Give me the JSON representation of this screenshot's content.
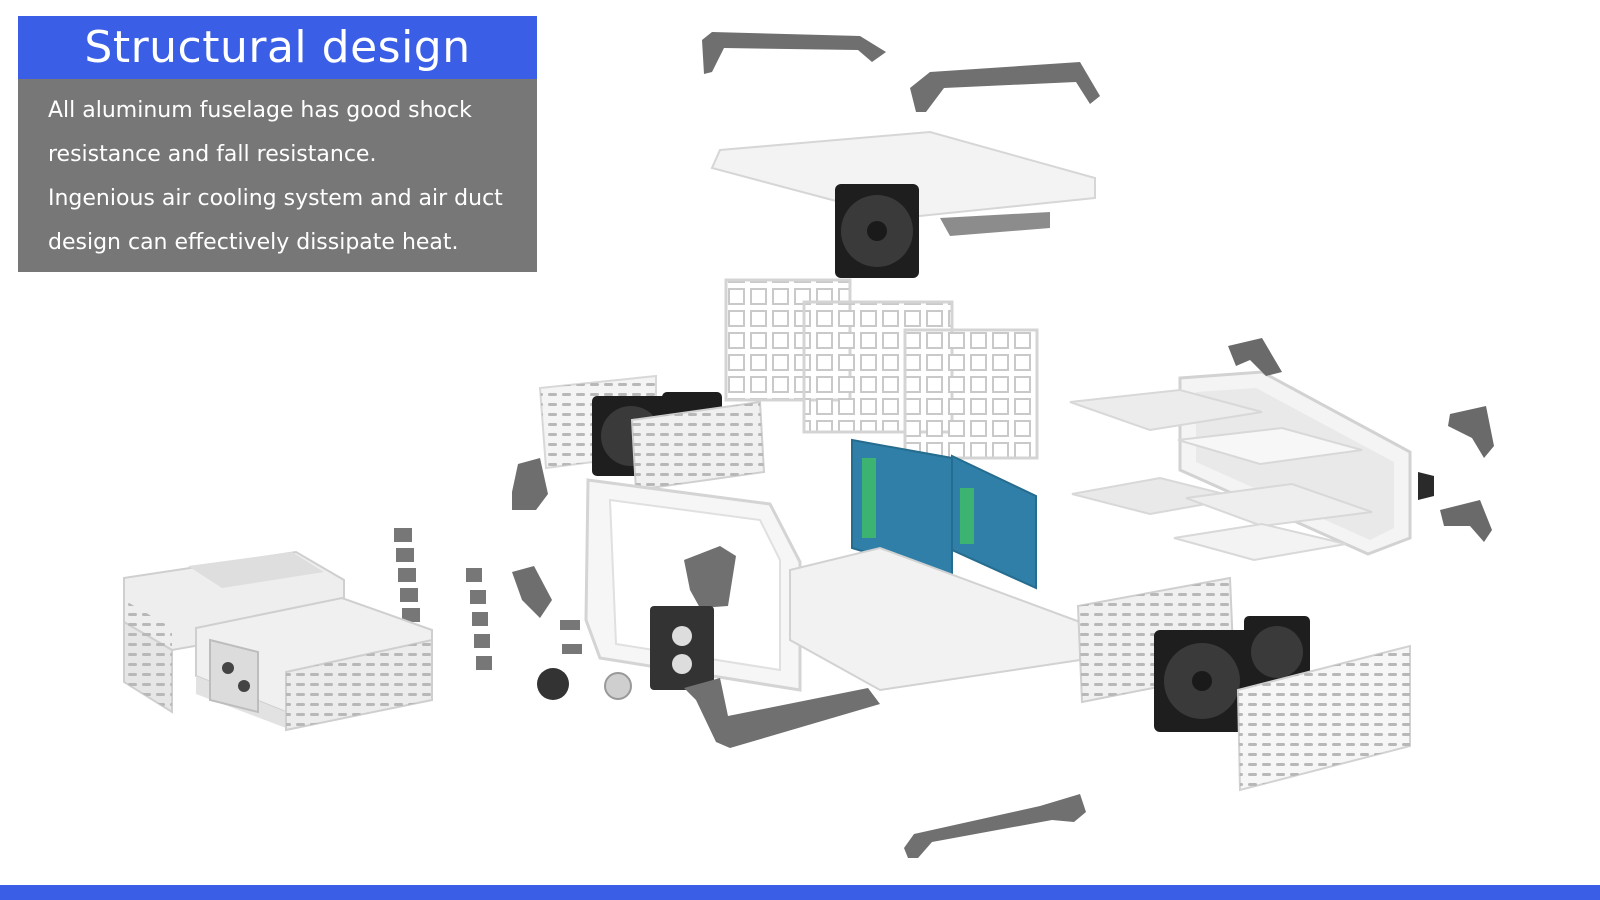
{
  "header": {
    "title": "Structural design"
  },
  "description": {
    "lines": [
      "All aluminum fuselage has good shock resistance and fall resistance.",
      "Ingenious air cooling system and air duct design can effectively dissipate heat."
    ]
  },
  "colors": {
    "accent": "#3a5fe6",
    "panel_gray": "#777777",
    "part_white": "#f2f2f2",
    "part_gray": "#707070",
    "fan_black": "#1e1e1e",
    "pcb_blue": "#2f7fa8",
    "connector_green": "#3cb371"
  },
  "illustration": {
    "subject": "exploded view of aluminum chassis",
    "parts": [
      "handle-icon",
      "top-cover-icon",
      "fan-icon",
      "pcb-icon",
      "power-supply-icon",
      "side-panel-icon",
      "vent-grille-icon"
    ]
  }
}
